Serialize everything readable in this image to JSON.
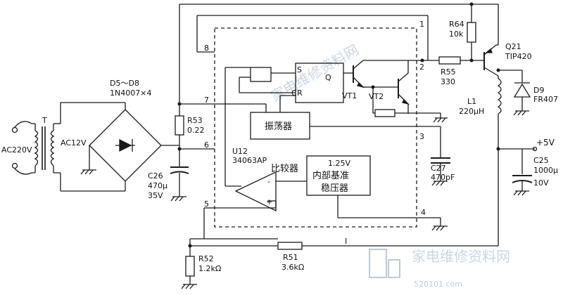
{
  "diagram": {
    "mains": {
      "input": "AC220V",
      "transformer_ref": "T",
      "secondary": "AC12V"
    },
    "rectifier": {
      "ref": "D5～D8",
      "part": "1N4007×4"
    },
    "ic": {
      "ref": "U12",
      "part": "34063AP"
    },
    "pins": [
      "1",
      "2",
      "3",
      "4",
      "5",
      "6",
      "7",
      "8"
    ],
    "blocks": {
      "oscillator": "振荡器",
      "comparator": "比较器",
      "reference_line1": "1.25V",
      "reference_line2": "内部基准",
      "reference_line3": "稳压器",
      "latch_s": "S",
      "latch_r": "R",
      "latch_q": "Q",
      "latch_c": "C",
      "comp_plus": "+",
      "comp_minus": "-"
    },
    "transistors": {
      "vt1": "VT1",
      "vt2": "VT2",
      "q21": "Q21",
      "q21_part": "TIP420"
    },
    "components": {
      "r53": {
        "ref": "R53",
        "value": "0.22"
      },
      "c26": {
        "ref": "C26",
        "value": "470μ",
        "voltage": "35V"
      },
      "r64": {
        "ref": "R64",
        "value": "10k"
      },
      "r55": {
        "ref": "R55",
        "value": "330"
      },
      "l1": {
        "ref": "L1",
        "value": "220μH"
      },
      "d9": {
        "ref": "D9",
        "part": "FR407"
      },
      "c27": {
        "ref": "C27",
        "value": "470pF"
      },
      "c25": {
        "ref": "C25",
        "value": "1000μ",
        "voltage": "10V"
      },
      "r52": {
        "ref": "R52",
        "value": "1.2kΩ"
      },
      "r51": {
        "ref": "R51",
        "value": "3.6kΩ"
      }
    },
    "output": "+5V",
    "current_label": "I",
    "watermark": {
      "site": "家电维修资料网",
      "url": "520101.com"
    },
    "colors": {
      "line": "#1a1a1a",
      "watermark": "#9fb6c9"
    }
  }
}
